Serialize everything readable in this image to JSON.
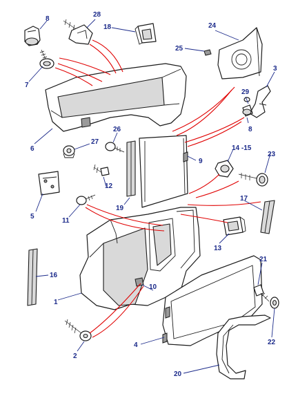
{
  "callouts": {
    "c1": "1",
    "c2": "2",
    "c3": "3",
    "c4": "4",
    "c5": "5",
    "c6": "6",
    "c7": "7",
    "c8a": "8",
    "c8b": "8",
    "c9": "9",
    "c10": "10",
    "c11": "11",
    "c12": "12",
    "c13": "13",
    "c14": "14 -15",
    "c16": "16",
    "c17": "17",
    "c18": "18",
    "c19": "19",
    "c20": "20",
    "c21": "21",
    "c22": "22",
    "c23": "23",
    "c24": "24",
    "c25": "25",
    "c26": "26",
    "c27": "27",
    "c28": "28",
    "c29": "29"
  },
  "colors": {
    "callout_text": "#1b2a8a",
    "association_line": "#e00000",
    "outline": "#1a1a1a"
  }
}
